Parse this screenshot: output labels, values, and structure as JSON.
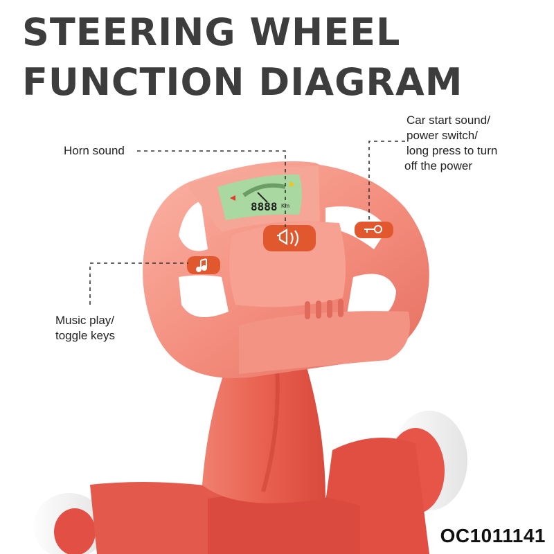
{
  "title": {
    "line1": "STEERING WHEEL",
    "line2": "FUNCTION DIAGRAM"
  },
  "callouts": {
    "horn": "Horn sound",
    "start": [
      "Car start sound/",
      "power switch/",
      "long press to turn",
      "off the power"
    ],
    "music": [
      "Music play/",
      "toggle keys"
    ]
  },
  "display": {
    "digits": "8888",
    "unit": "Km"
  },
  "product_code": "OC1011141",
  "colors": {
    "title": "#3d3d3d",
    "body": "#f08a7a",
    "body_dark": "#d9534a",
    "button": "#e2582e",
    "lcd": "#a9d8a0"
  },
  "icons": [
    "horn-icon",
    "key-icon",
    "music-note-icon"
  ]
}
